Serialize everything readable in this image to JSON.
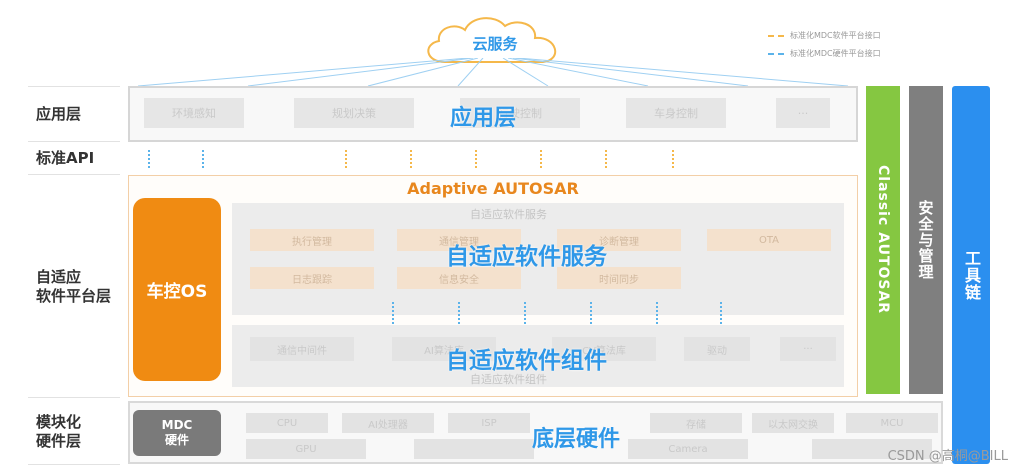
{
  "cloud": {
    "label": "云服务"
  },
  "legend": [
    {
      "text": "标准化MDC软件平台接口",
      "color": "#f5b84a"
    },
    {
      "text": "标准化MDC硬件平台接口",
      "color": "#5bb3ea"
    }
  ],
  "left_labels": {
    "application": "应用层",
    "api": "标准API",
    "platform_line1": "自适应",
    "platform_line2": "软件平台层",
    "hardware_line1": "模块化",
    "hardware_line2": "硬件层"
  },
  "app_layer": {
    "title": "应用层",
    "boxes": [
      "环境感知",
      "规划决策",
      "行驶控制",
      "车身控制",
      "···"
    ]
  },
  "platform": {
    "title": "Adaptive AUTOSAR",
    "os": "车控OS",
    "service_title": "自适应软件服务",
    "service_sub": "自适应软件服务",
    "services_row1": [
      "执行管理",
      "通信管理",
      "诊断管理",
      "OTA"
    ],
    "services_row2": [
      "日志跟踪",
      "信息安全",
      "时间同步",
      ""
    ],
    "component_title": "自适应软件组件",
    "component_sub": "自适应软件组件",
    "components": [
      "通信中间件",
      "AI算法库",
      "CV算法库",
      "驱动",
      "···"
    ]
  },
  "hardware": {
    "title": "底层硬件",
    "mdc_line1": "MDC",
    "mdc_line2": "硬件",
    "boxes_row1": [
      "CPU",
      "AI处理器",
      "ISP",
      "存储",
      "以太网交换",
      "MCU"
    ],
    "boxes_row2": [
      "GPU",
      "",
      "",
      "Camera",
      "",
      ""
    ]
  },
  "side": {
    "classic": "Classic AUTOSAR",
    "security": "安全与管理",
    "toolchain": "工具链"
  },
  "watermark": "CSDN @高桐@BILL",
  "colors": {
    "blue": "#2f98e8",
    "orange": "#f08b12",
    "green": "#85c741",
    "grey": "#7f7f7f",
    "toolchain_blue": "#2b8fef"
  }
}
